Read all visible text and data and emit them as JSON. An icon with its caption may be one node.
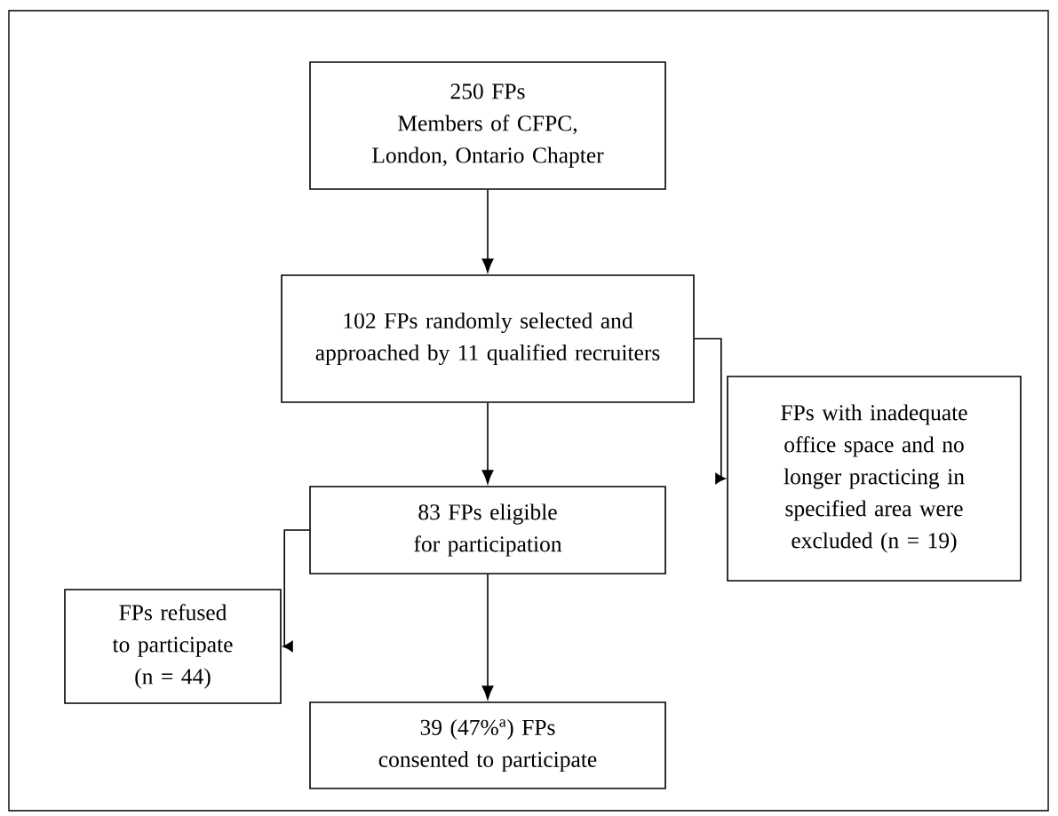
{
  "diagram": {
    "nodes": [
      {
        "text": [
          "250 FPs",
          "Members of CFPC, London, Ontario Chapter"
        ]
      },
      {
        "text": [
          "102 FPs randomly selected and approached by 11 qualified recruiters"
        ]
      },
      {
        "text": [
          "FPs with inadequate office space and no longer practicing in specified area were excluded (n = 19)"
        ]
      },
      {
        "text": [
          "83 FPs eligible for participation"
        ]
      },
      {
        "text": [
          "FPs refused to participate (n = 44)"
        ]
      },
      {
        "text": [
          "39 (47%$^{a}$) FPs consented to participate"
        ]
      }
    ],
    "edges": [
      {
        "from": 0,
        "to": 1,
        "arrow": "to"
      },
      {
        "from": 1,
        "to": 2,
        "arrow": "to"
      },
      {
        "from": 1,
        "to": 3,
        "arrow": "to"
      },
      {
        "from": 3,
        "to": 4,
        "arrow": "to"
      },
      {
        "from": 3,
        "to": 5,
        "arrow": "to"
      }
    ]
  }
}
